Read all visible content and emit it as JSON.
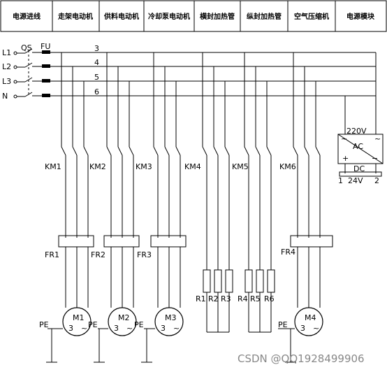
{
  "header": {
    "columns": [
      "电源进线",
      "走架电动机",
      "供料电动机",
      "冷却泵电动机",
      "横封加热管",
      "纵封加热管",
      "空气压缩机",
      "电源模块"
    ]
  },
  "lines": [
    {
      "label": "L1",
      "wire": "3"
    },
    {
      "label": "L2",
      "wire": "4"
    },
    {
      "label": "L3",
      "wire": "5"
    },
    {
      "label": "N",
      "wire": "6"
    }
  ],
  "breakers": {
    "qs": "QS",
    "fu": "FU"
  },
  "contactors": [
    "KM1",
    "KM2",
    "KM3",
    "KM4",
    "KM5",
    "KM6"
  ],
  "relays": [
    "FR1",
    "FR2",
    "FR3",
    "FR4"
  ],
  "motors": [
    {
      "name": "M1",
      "phase": "3",
      "sym": "~"
    },
    {
      "name": "M2",
      "phase": "3",
      "sym": "~"
    },
    {
      "name": "M3",
      "phase": "3",
      "sym": "~"
    },
    {
      "name": "M4",
      "phase": "3",
      "sym": "~"
    }
  ],
  "pe_label": "PE",
  "resistors": [
    "R1",
    "R2",
    "R3",
    "R4",
    "R5",
    "R6"
  ],
  "power_module": {
    "input": "220V",
    "ac": "AC",
    "dc": "DC",
    "plus": "+",
    "minus": "−",
    "tilde": "~",
    "p1": "1",
    "p2": "24V",
    "p3": "2"
  },
  "watermark": "CSDN @QQ1928499906"
}
